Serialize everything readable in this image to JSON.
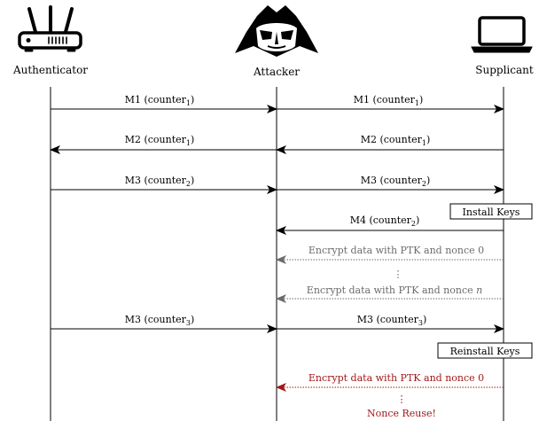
{
  "participants": {
    "authenticator": {
      "label": "Authenticator",
      "icon": "router-icon"
    },
    "attacker": {
      "label": "Attacker",
      "icon": "attacker-mask-icon"
    },
    "supplicant": {
      "label": "Supplicant",
      "icon": "laptop-icon"
    }
  },
  "messages": [
    {
      "id": "m1-a-to-x",
      "label": "M1 (counter",
      "sub": "1",
      "end": ")"
    },
    {
      "id": "m1-x-to-s",
      "label": "M1 (counter",
      "sub": "1",
      "end": ")"
    },
    {
      "id": "m2-x-to-a",
      "label": "M2 (counter",
      "sub": "1",
      "end": ")"
    },
    {
      "id": "m2-s-to-x",
      "label": "M2 (counter",
      "sub": "1",
      "end": ")"
    },
    {
      "id": "m3-a-to-x",
      "label": "M3 (counter",
      "sub": "2",
      "end": ")"
    },
    {
      "id": "m3-x-to-s",
      "label": "M3 (counter",
      "sub": "2",
      "end": ")"
    },
    {
      "id": "m4-s-to-x",
      "label": "M4 (counter",
      "sub": "2",
      "end": ")"
    },
    {
      "id": "m3b-a-to-x",
      "label": "M3 (counter",
      "sub": "3",
      "end": ")"
    },
    {
      "id": "m3b-x-to-s",
      "label": "M3 (counter",
      "sub": "3",
      "end": ")"
    }
  ],
  "encrypt_messages": [
    {
      "id": "enc-nonce0",
      "text": "Encrypt data with PTK and nonce 0",
      "color": "#6b6b6b"
    },
    {
      "id": "enc-nonce-n",
      "text": "Encrypt data with PTK and nonce ",
      "italic": "n",
      "color": "#6b6b6b"
    },
    {
      "id": "enc-nonce0-reuse",
      "text": "Encrypt data with PTK and nonce 0",
      "color": "#a01818"
    }
  ],
  "boxes": {
    "install": "Install Keys",
    "reinstall": "Reinstall Keys"
  },
  "ellipsis": "⋮",
  "nonce_reuse": "Nonce Reuse!",
  "colors": {
    "grey": "#6b6b6b",
    "red": "#a01818",
    "black": "#000000"
  }
}
